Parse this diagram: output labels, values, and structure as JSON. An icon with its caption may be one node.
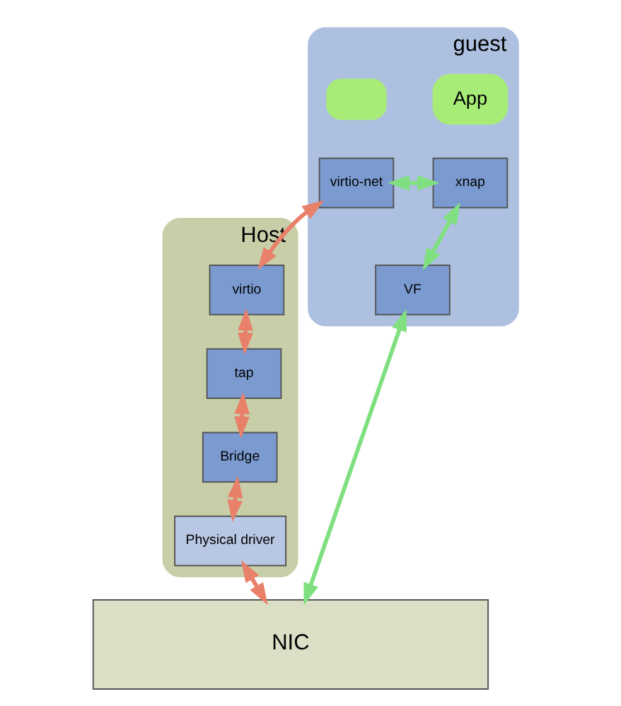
{
  "diagram": {
    "nodes": [
      {
        "text": [
          "guest"
        ]
      },
      {
        "text": [],
        "shape": "box",
        "in": 0
      },
      {
        "text": [
          "App"
        ],
        "in": 0
      },
      {
        "text": [
          "virtio-net"
        ],
        "in": 0
      },
      {
        "text": [
          "xnap"
        ],
        "in": 0
      },
      {
        "text": [
          "VF"
        ],
        "in": 0
      },
      {
        "text": [
          "Host"
        ]
      },
      {
        "text": [
          "virtio"
        ],
        "in": 6
      },
      {
        "text": [
          "tap"
        ],
        "in": 6
      },
      {
        "text": [
          "Bridge"
        ],
        "in": 6
      },
      {
        "text": [
          "Physical driver"
        ],
        "in": 6
      },
      {
        "text": [
          "NIC"
        ]
      }
    ],
    "edges": [
      {
        "from": 3,
        "to": 4,
        "arrow": "both",
        "color": "#80e080"
      },
      {
        "from": 4,
        "to": 5,
        "arrow": "both",
        "color": "#80e080"
      },
      {
        "from": 3,
        "to": 7,
        "arrow": "both",
        "color": "#e8806a"
      },
      {
        "from": 7,
        "to": 8,
        "arrow": "both",
        "color": "#e8806a"
      },
      {
        "from": 8,
        "to": 9,
        "arrow": "both",
        "color": "#e8806a"
      },
      {
        "from": 9,
        "to": 10,
        "arrow": "both",
        "color": "#e8806a"
      },
      {
        "from": 10,
        "to": 11,
        "arrow": "both",
        "color": "#e8806a"
      },
      {
        "from": 5,
        "to": 11,
        "arrow": "both",
        "color": "#80e080"
      }
    ]
  }
}
